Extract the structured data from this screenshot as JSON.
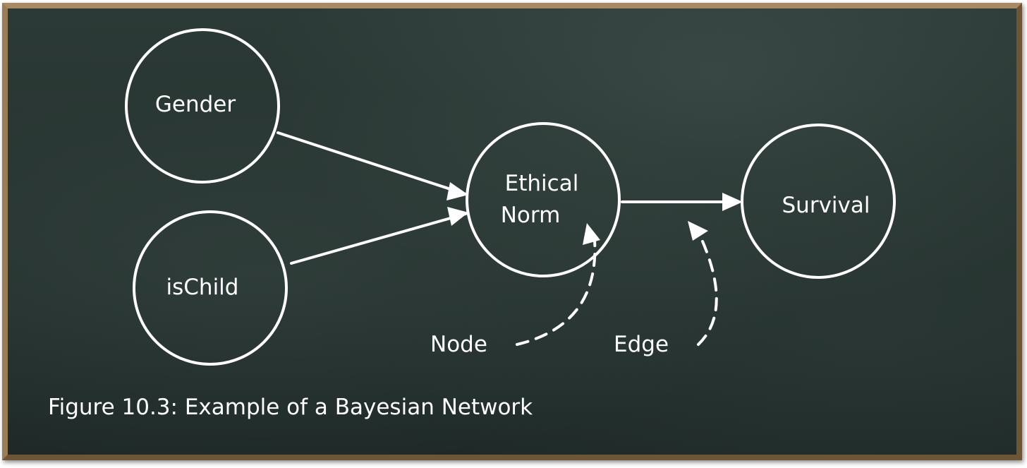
{
  "nodes": {
    "gender": "Gender",
    "ischild": "isChild",
    "ethical_line1": "Ethical",
    "ethical_line2": "Norm",
    "survival": "Survival"
  },
  "annotations": {
    "node": "Node",
    "edge": "Edge"
  },
  "caption": "Figure 10.3: Example of a Bayesian Network",
  "colors": {
    "chalkboard": "#263330",
    "frame": "#8a6e4c",
    "chalk": "#ffffff"
  }
}
